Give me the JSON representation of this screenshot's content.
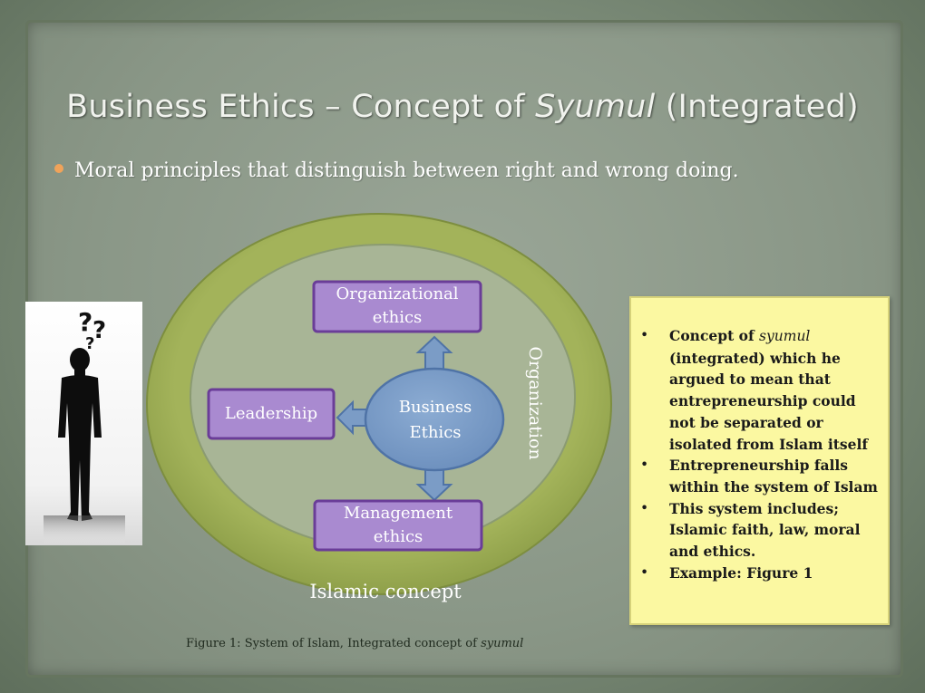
{
  "slide": {
    "title_prefix": "Business Ethics – Concept of ",
    "title_italic": "Syumul",
    "title_suffix": " (Integrated)",
    "bullet": "Moral principles that distinguish between right and wrong doing."
  },
  "diagram": {
    "outer_label": "Islamic concept",
    "ring_label": "Organization",
    "center": {
      "line1": "Business",
      "line2": "Ethics"
    },
    "top": {
      "line1": "Organizational",
      "line2": "ethics"
    },
    "left": {
      "line1": "Leadership"
    },
    "bottom": {
      "line1": "Management",
      "line2": "ethics"
    },
    "caption_prefix": "Figure 1: System of Islam, Integrated concept of ",
    "caption_italic": "syumul"
  },
  "notes": {
    "bullet_symbol": "•",
    "item1_pre": "Concept of ",
    "item1_it": "syumul",
    "item1_post": " (integrated) which he argued to mean that entrepreneurship could not be separated or isolated from Islam itself",
    "item2": "Entrepreneurship falls within the system of Islam",
    "item3": "This system includes; Islamic faith, law, moral and ethics.",
    "item4": "Example: Figure 1"
  },
  "colors": {
    "outer_ring": "#a3b35a",
    "inner_circle": "#a8b596",
    "center_ellipse": "#7b9cc6",
    "purple_box": "#a98ad0",
    "purple_border": "#6a3d98",
    "note_bg": "#fbf8a1",
    "bullet_accent": "#f0a35a"
  }
}
